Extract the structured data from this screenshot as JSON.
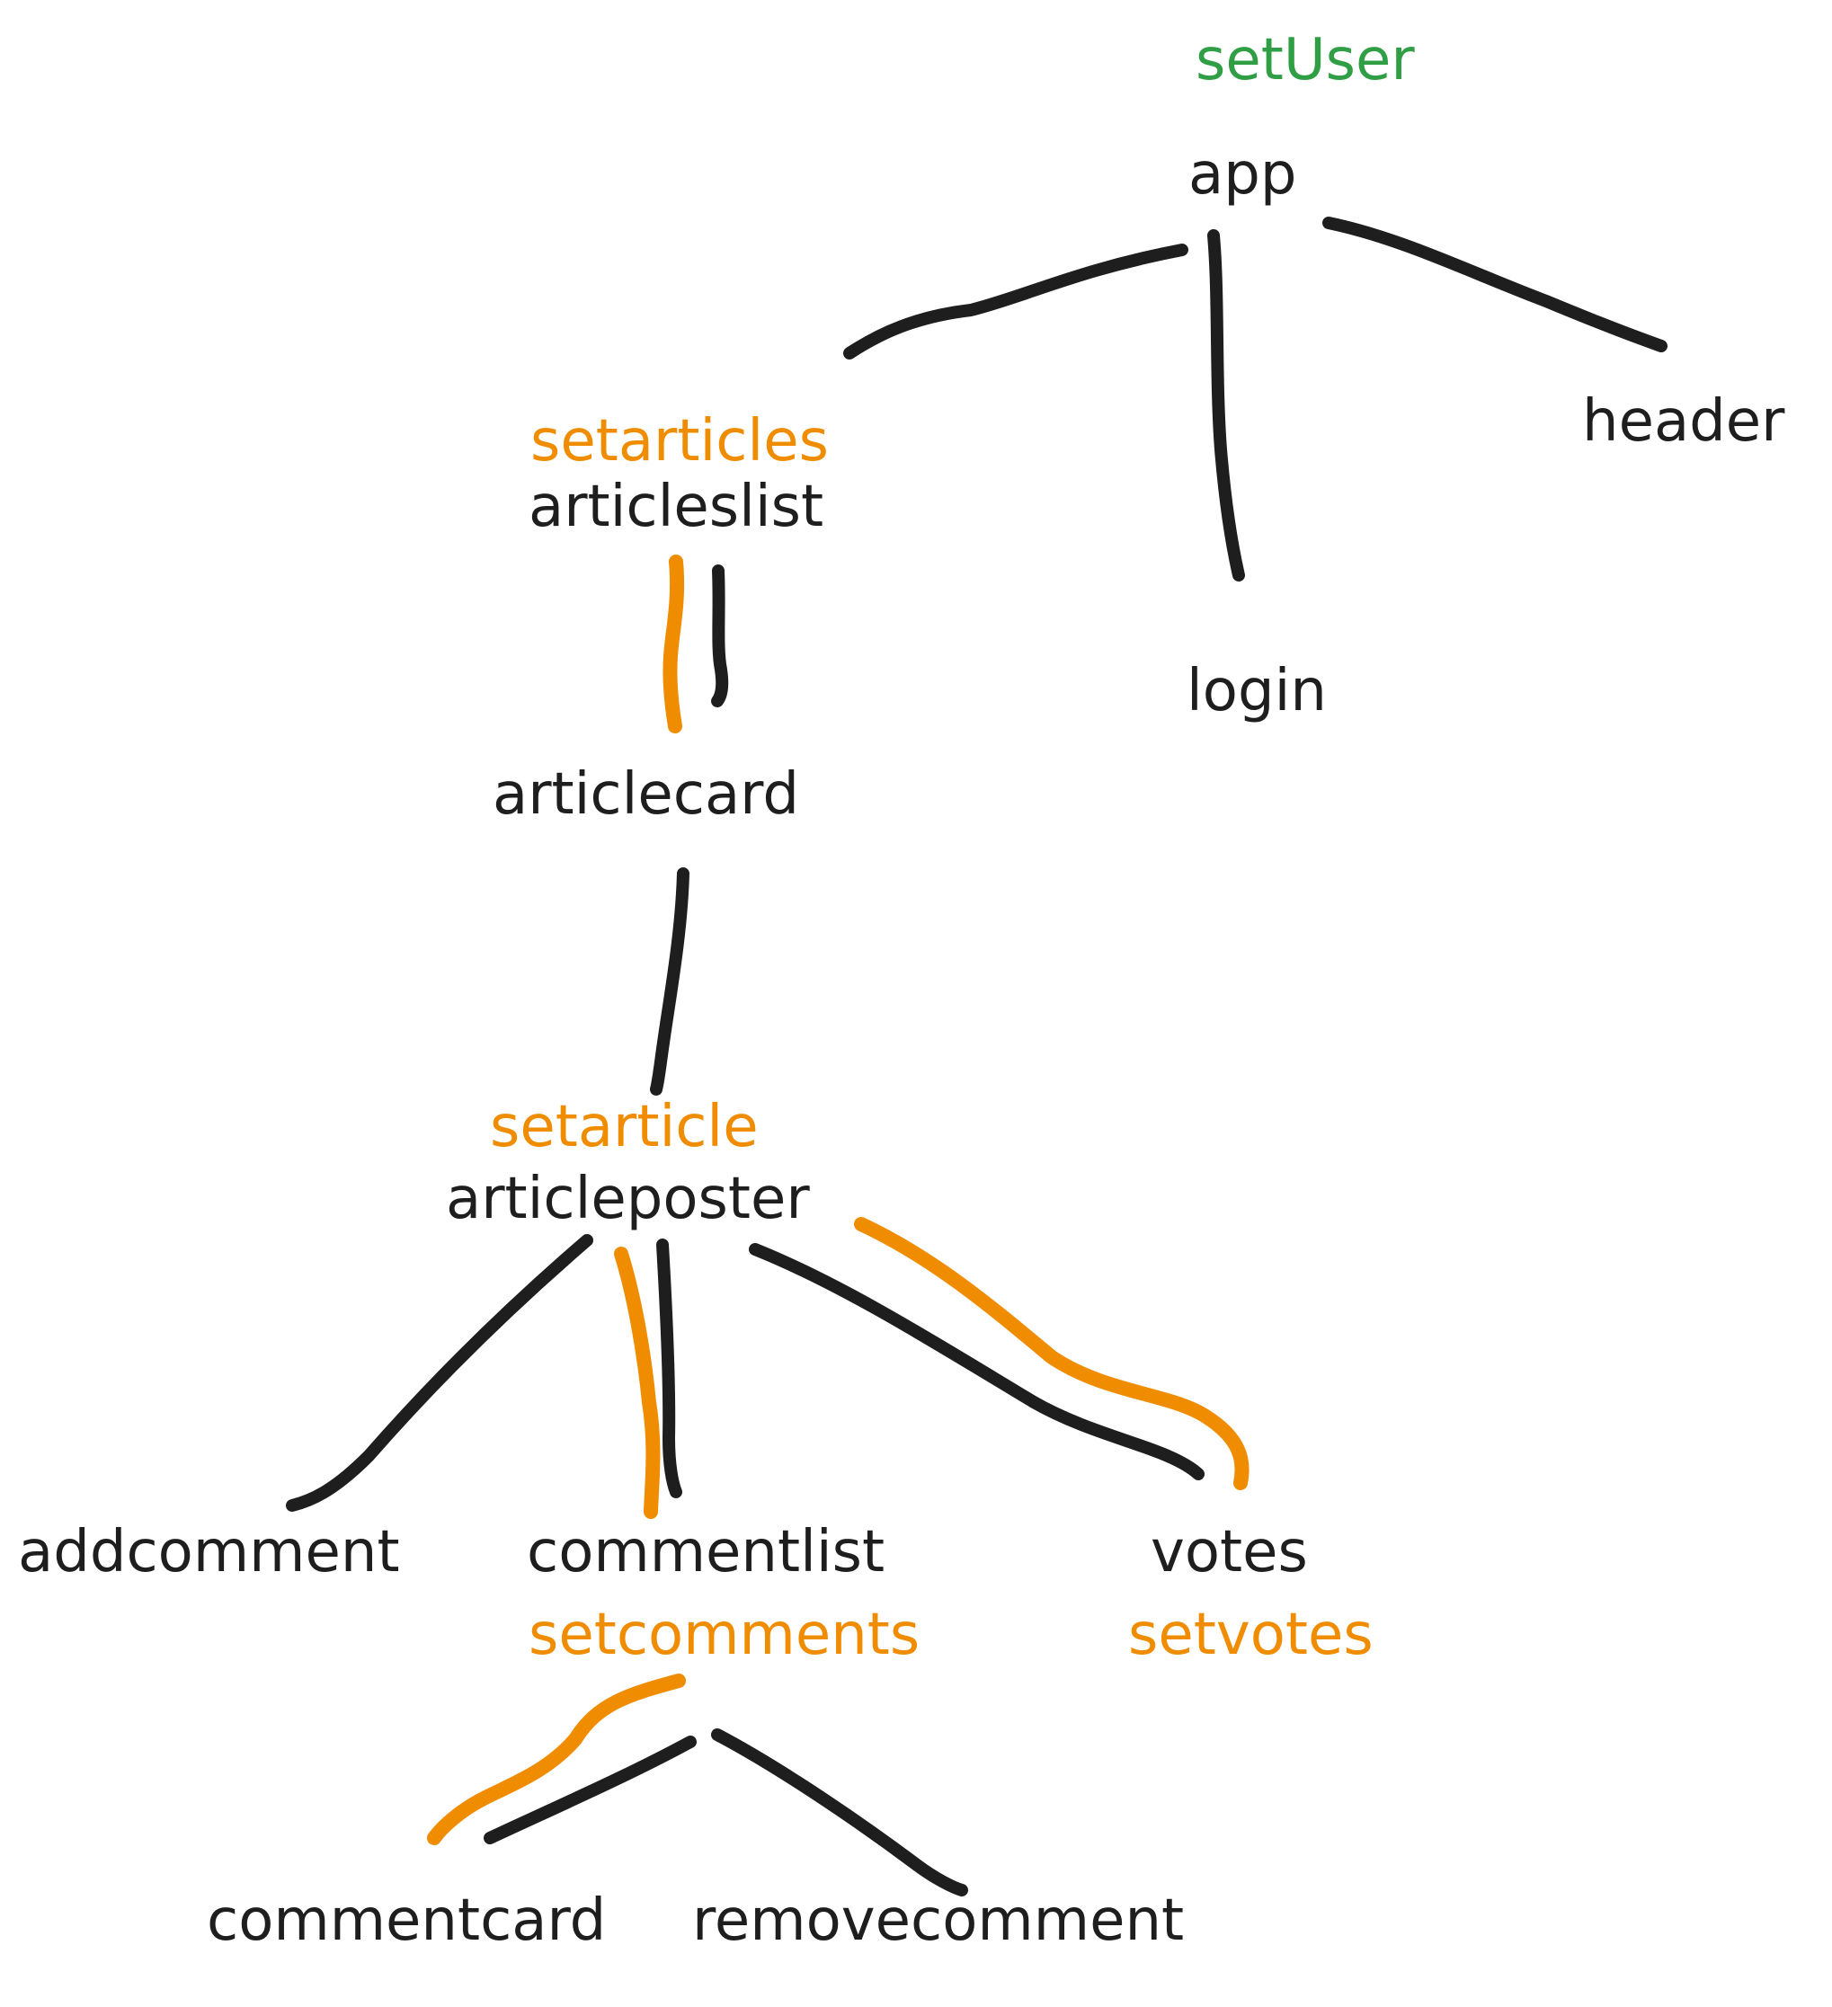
{
  "colors": {
    "component": "#1e1e1e",
    "state_setter": "#f08c00",
    "root_setter": "#2f9e44"
  },
  "labels": {
    "root_setter": "setUser",
    "app": "app",
    "header": "header",
    "login": "login",
    "articleslist_setter": "setarticles",
    "articleslist": "articleslist",
    "articlecard": "articlecard",
    "articleposter_setter": "setarticle",
    "articleposter": "articleposter",
    "addcomment": "addcomment",
    "commentlist": "commentlist",
    "commentlist_setter": "setcomments",
    "votes": "votes",
    "votes_setter": "setvotes",
    "commentcard": "commentcard",
    "removecomment": "removecomment"
  }
}
